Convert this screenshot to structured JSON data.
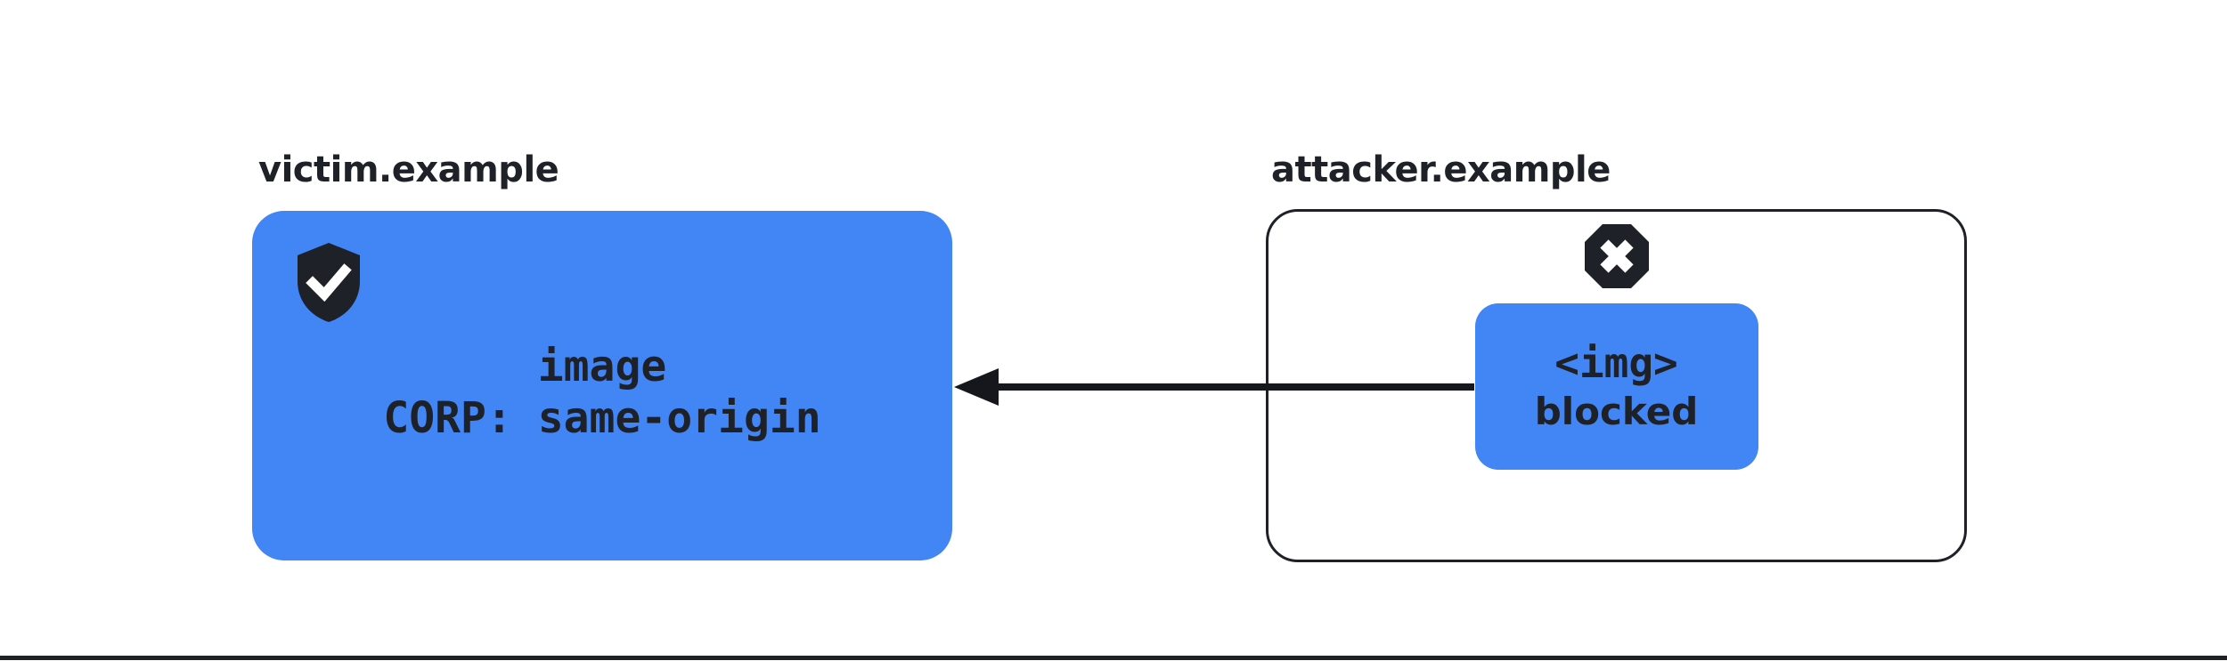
{
  "victim": {
    "title": "victim.example",
    "resource": "image",
    "corp_header": "CORP: same-origin",
    "icon": "shield-check-icon"
  },
  "attacker": {
    "title": "attacker.example",
    "request_tag": "<img>",
    "blocked_label": "blocked",
    "icon": "octagon-x-icon"
  },
  "arrow": {
    "direction": "attacker-to-victim"
  },
  "colors": {
    "accent_blue": "#4285F4",
    "dark": "#1E2127",
    "background": "#FFFFFF"
  }
}
